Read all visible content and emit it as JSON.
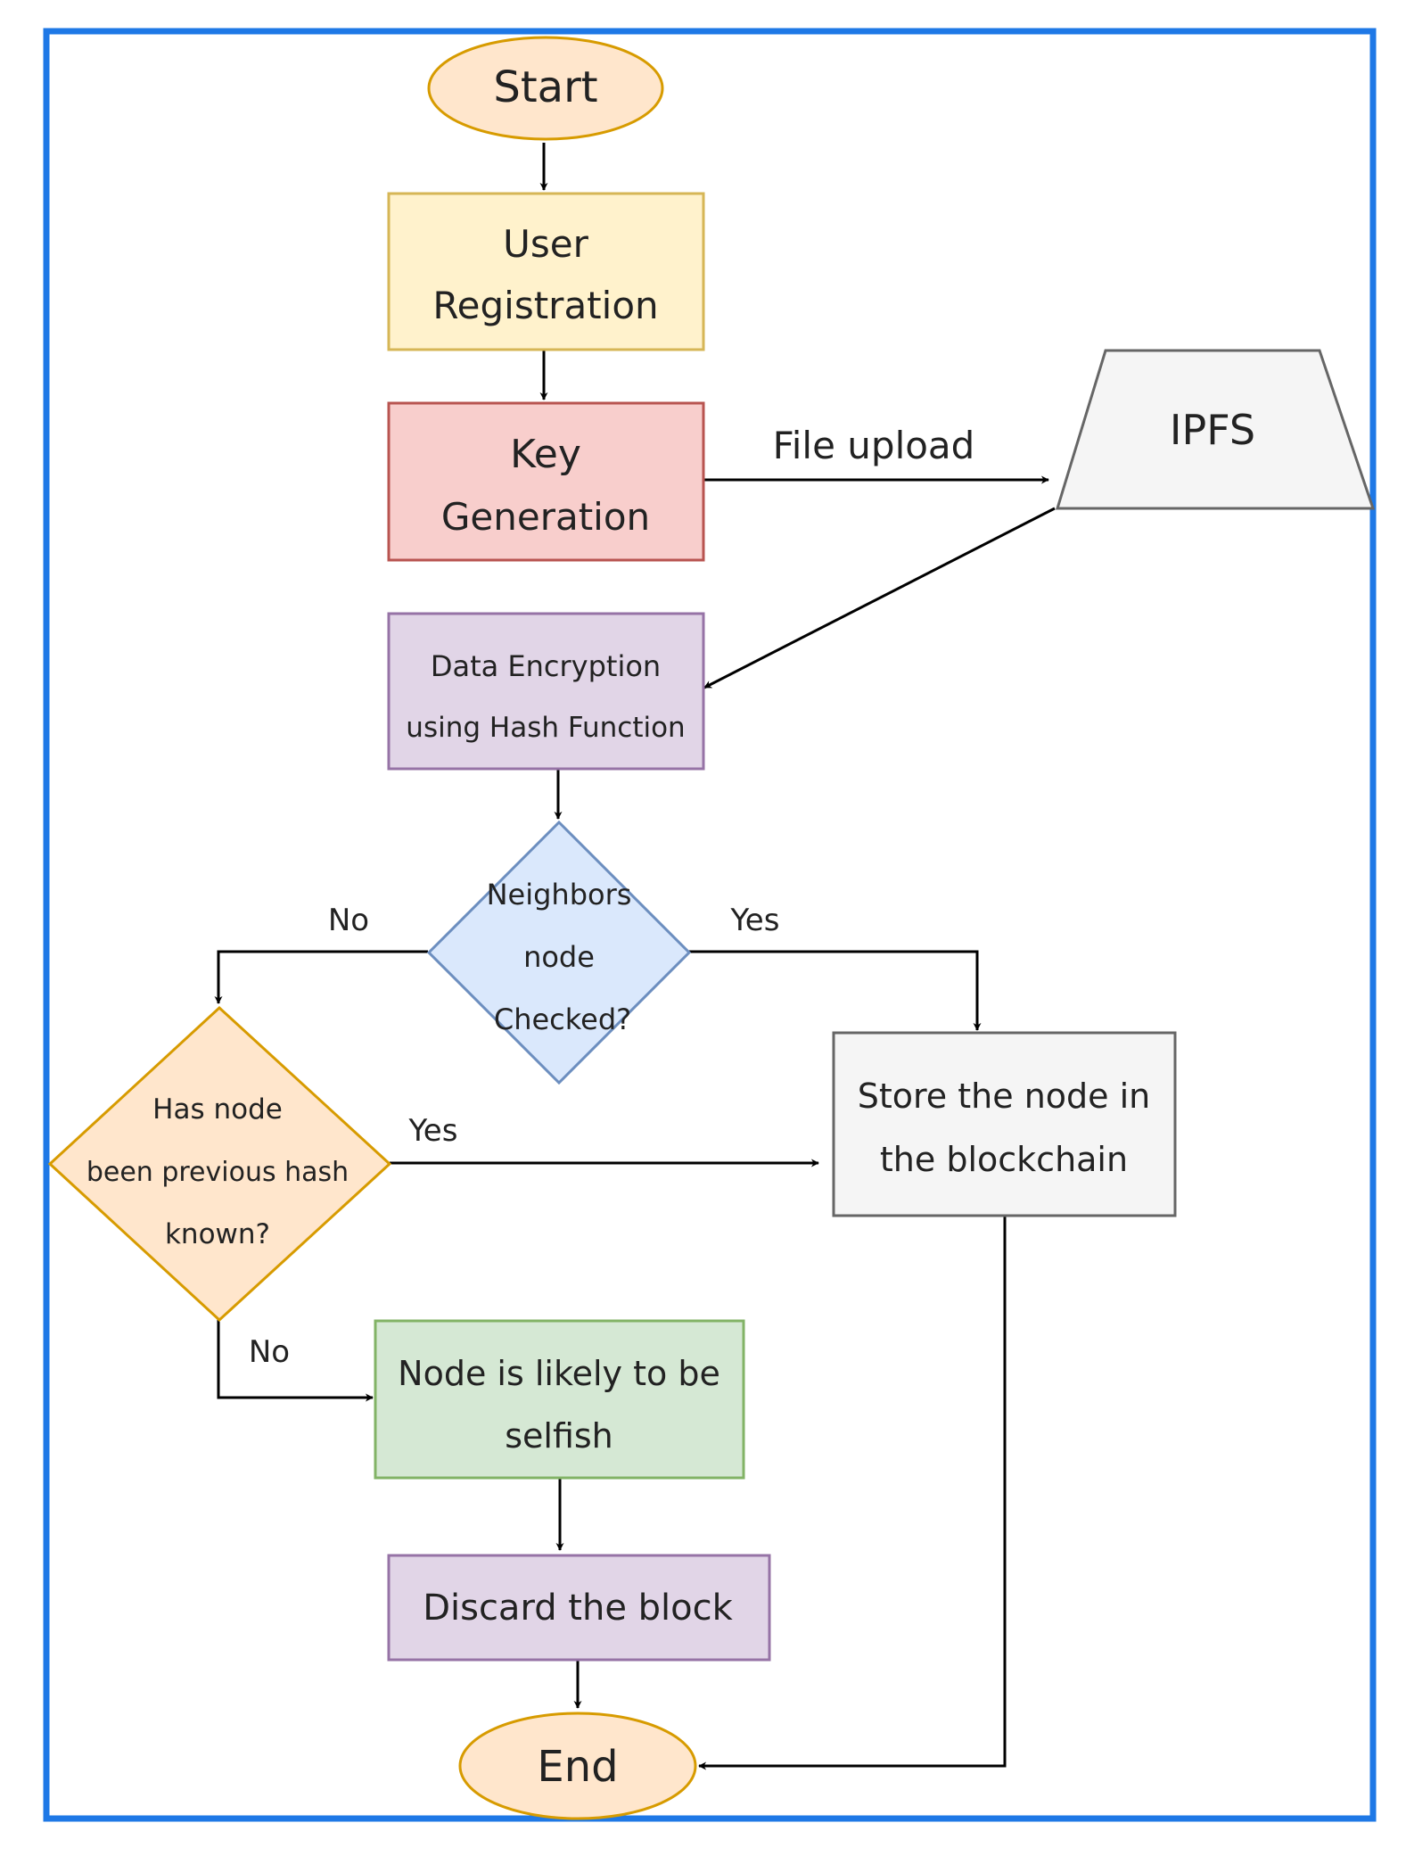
{
  "nodes": {
    "start": {
      "lines": [
        "Start"
      ],
      "fill": "#ffe6cc",
      "stroke": "#d79b00"
    },
    "user_registration": {
      "lines": [
        "User",
        "Registration"
      ],
      "fill": "#fff2cc",
      "stroke": "#d6b656"
    },
    "key_generation": {
      "lines": [
        "Key",
        "Generation"
      ],
      "fill": "#f8cecc",
      "stroke": "#b85450"
    },
    "ipfs": {
      "lines": [
        "IPFS"
      ],
      "fill": "#f5f5f5",
      "stroke": "#666666"
    },
    "data_encryption": {
      "lines": [
        "Data Encryption",
        "using Hash Function"
      ],
      "fill": "#e1d5e7",
      "stroke": "#9673a6"
    },
    "neighbors_checked": {
      "lines": [
        "Neighbors",
        "node",
        "Checked?"
      ],
      "fill": "#dae8fc",
      "stroke": "#6c8ebf"
    },
    "previous_hash_known": {
      "lines": [
        "Has node",
        "been previous hash",
        "known?"
      ],
      "fill": "#ffe6cc",
      "stroke": "#d79b00"
    },
    "store_node": {
      "lines": [
        "Store the node in",
        "the blockchain"
      ],
      "fill": "#f5f5f5",
      "stroke": "#666666"
    },
    "likely_selfish": {
      "lines": [
        "Node is likely to be",
        "selfish"
      ],
      "fill": "#d5e8d4",
      "stroke": "#82b366"
    },
    "discard_block": {
      "lines": [
        "Discard the block"
      ],
      "fill": "#e1d5e7",
      "stroke": "#9673a6"
    },
    "end": {
      "lines": [
        "End"
      ],
      "fill": "#ffe6cc",
      "stroke": "#d79b00"
    }
  },
  "edges": [
    {
      "from": "start",
      "to": "user_registration",
      "label": ""
    },
    {
      "from": "user_registration",
      "to": "key_generation",
      "label": ""
    },
    {
      "from": "key_generation",
      "to": "ipfs",
      "label": "File upload"
    },
    {
      "from": "ipfs",
      "to": "data_encryption",
      "label": ""
    },
    {
      "from": "data_encryption",
      "to": "neighbors_checked",
      "label": ""
    },
    {
      "from": "neighbors_checked",
      "to": "store_node",
      "label": "Yes"
    },
    {
      "from": "neighbors_checked",
      "to": "previous_hash_known",
      "label": "No"
    },
    {
      "from": "previous_hash_known",
      "to": "store_node",
      "label": "Yes"
    },
    {
      "from": "previous_hash_known",
      "to": "likely_selfish",
      "label": "No"
    },
    {
      "from": "likely_selfish",
      "to": "discard_block",
      "label": ""
    },
    {
      "from": "discard_block",
      "to": "end",
      "label": ""
    },
    {
      "from": "store_node",
      "to": "end",
      "label": ""
    }
  ],
  "frame_color": "#1e78e6"
}
